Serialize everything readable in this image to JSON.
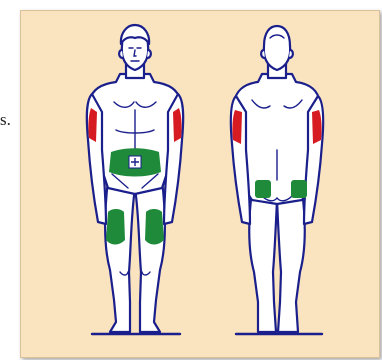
{
  "fragment_text": "s.",
  "colors": {
    "background": "#fae3bf",
    "body_fill": "#ffffff",
    "outline": "#1a1f8c",
    "injection_green": "#1e8a3a",
    "injection_red": "#d61c22",
    "ground": "#1a1f8c"
  },
  "figures": [
    {
      "view": "front",
      "sites": [
        "arm-left",
        "arm-right",
        "abdomen",
        "thigh-left",
        "thigh-right"
      ]
    },
    {
      "view": "back",
      "sites": [
        "arm-left",
        "arm-right",
        "buttock-left",
        "buttock-right"
      ]
    }
  ],
  "icons": {
    "navel": "plus-in-square-icon"
  }
}
